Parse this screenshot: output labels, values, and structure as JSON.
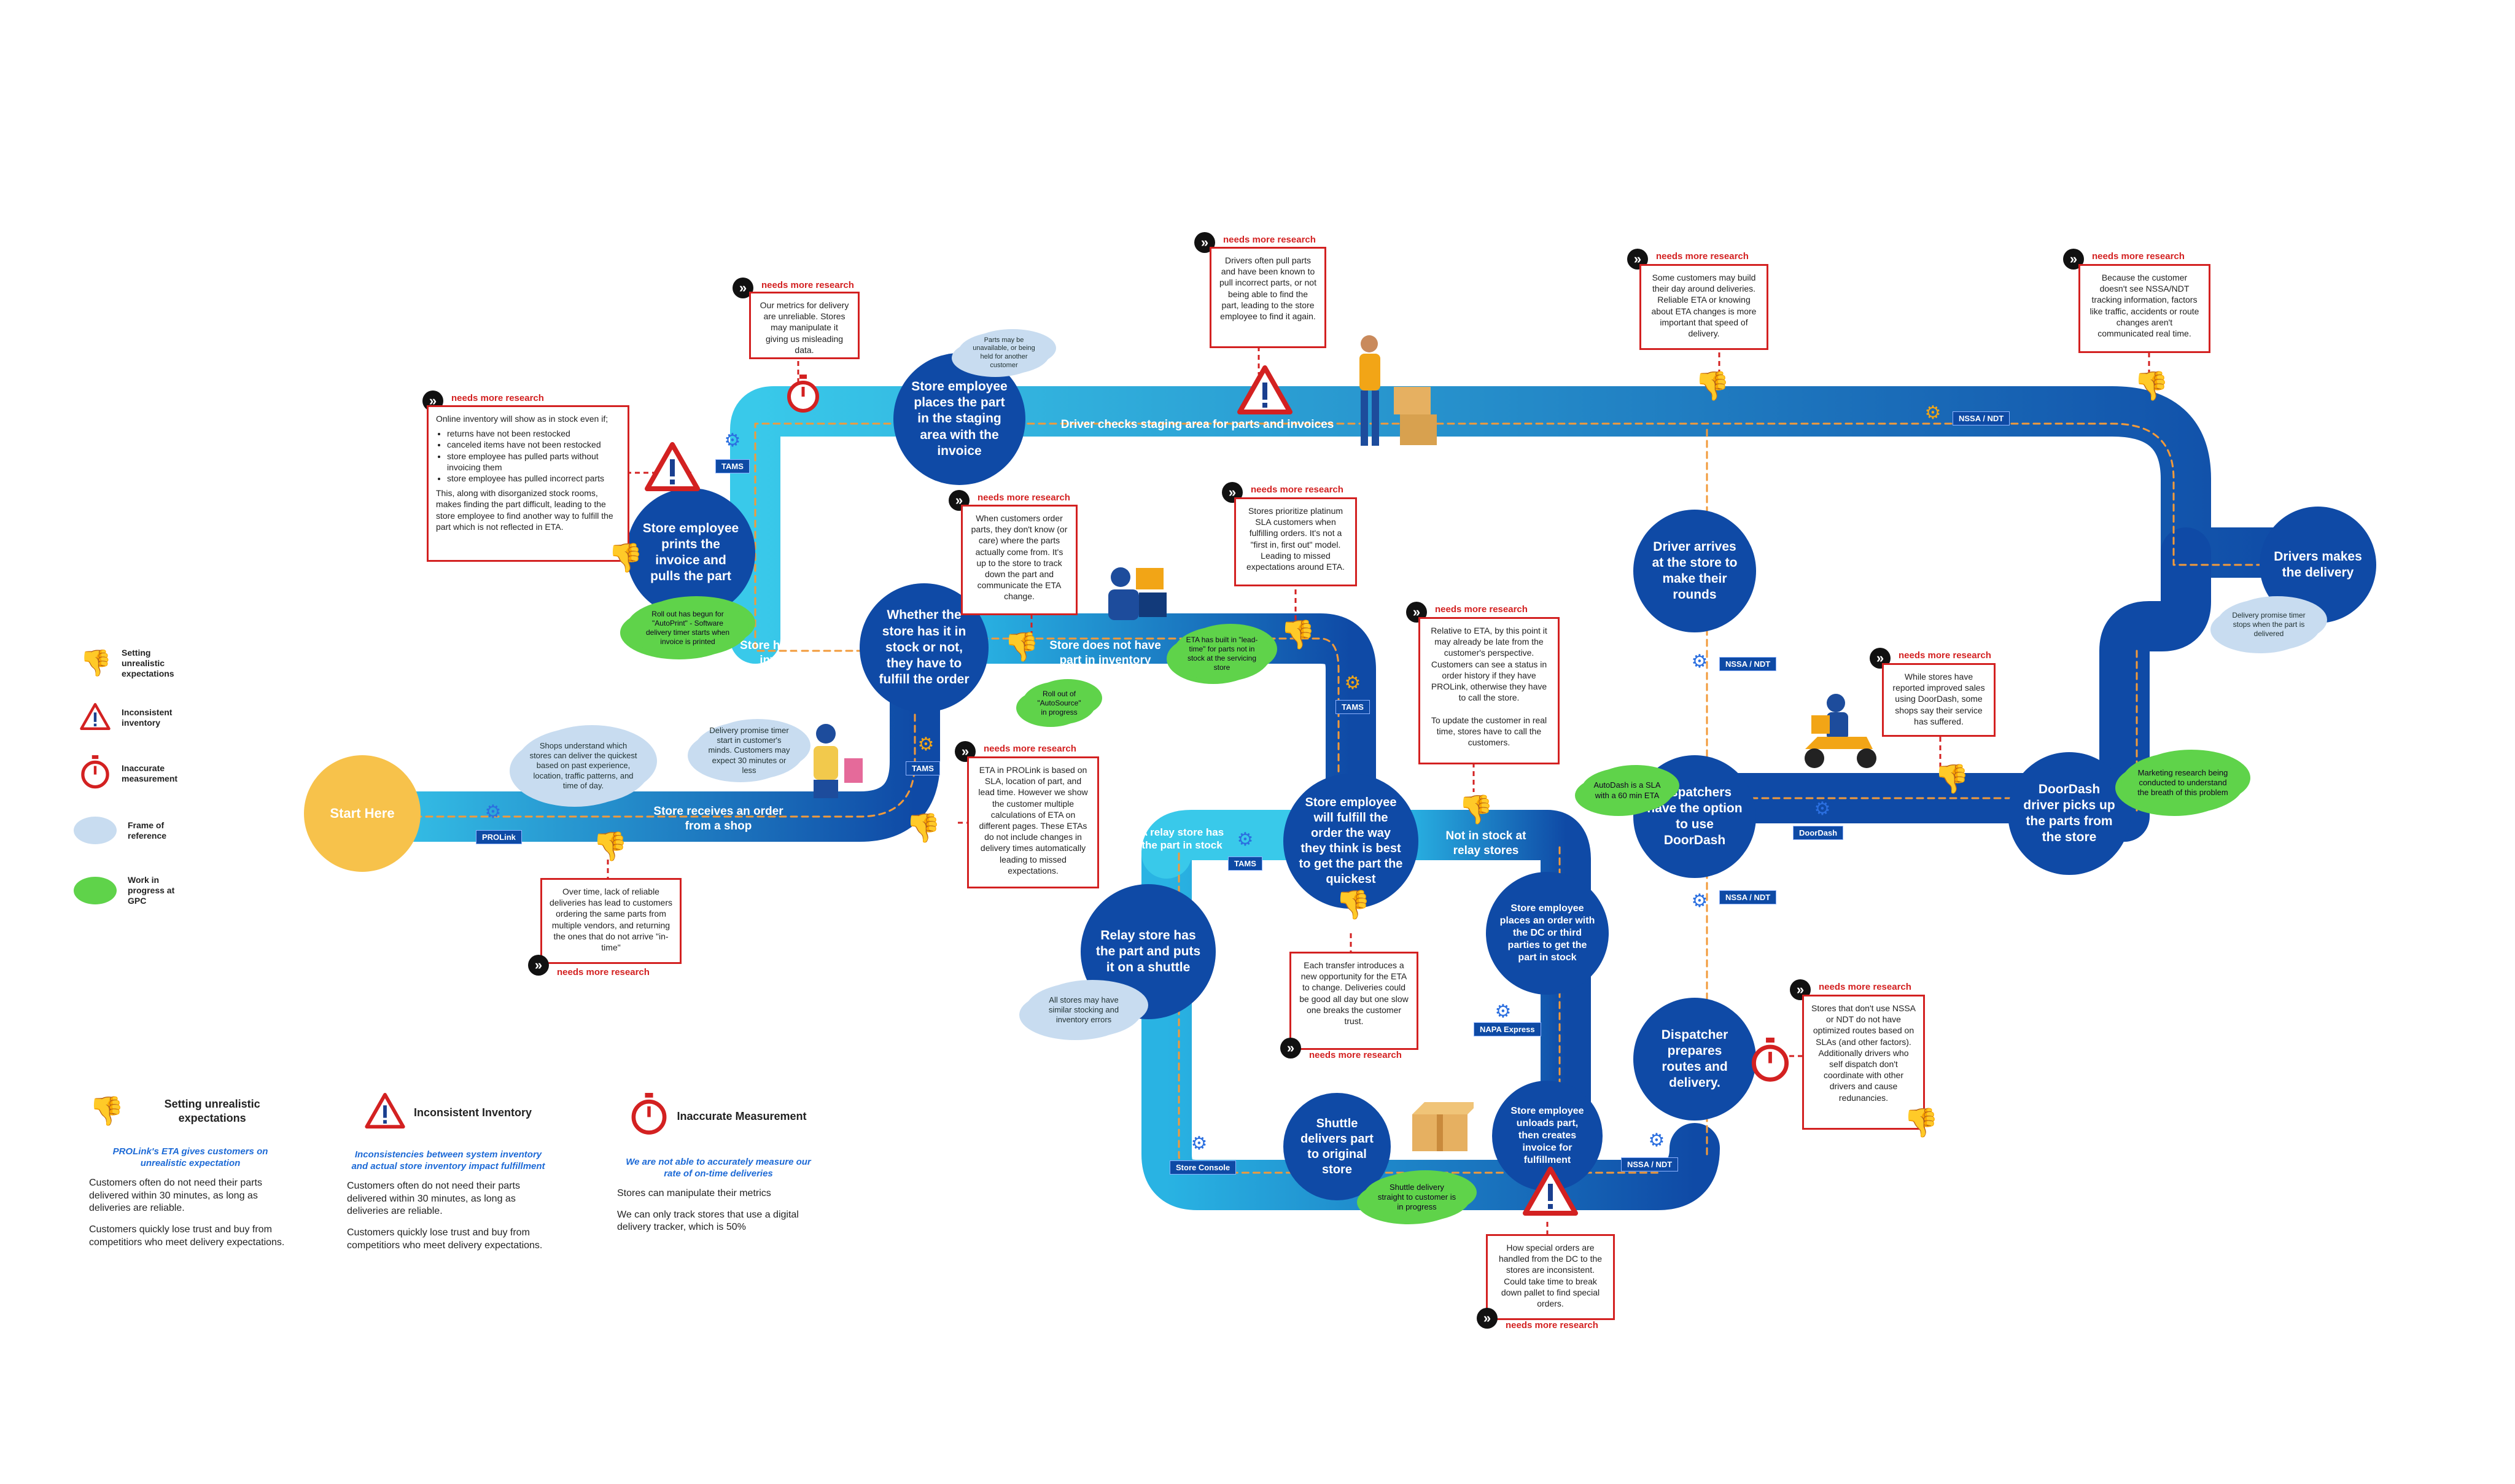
{
  "nodes": {
    "start": "Start Here",
    "store_receives": "Store receives an order from a shop",
    "whether_stock": "Whether the store has it in stock or not, they have to fulfill the order",
    "store_has_part": "Store has part in inventory",
    "prints_invoice": "Store employee prints the invoice and pulls the part",
    "staging": "Store employee places the part in the staging area with the invoice",
    "driver_checks": "Driver checks staging area for parts and invoices",
    "does_not_have": "Store does not have part in inventory",
    "fulfill_way": "Store employee will fulfill the order the way they think is best to get the part the quickest",
    "relay_has": "A relay store has the part in stock",
    "relay_puts": "Relay store has the part and puts it on a shuttle",
    "shuttle_delivers": "Shuttle delivers part to original store",
    "not_relay": "Not in stock at relay stores",
    "places_order_dc": "Store employee places an order with the DC or third parties to get the part in stock",
    "unloads": "Store employee unloads part, then creates invoice for fulfillment",
    "dispatcher_routes": "Dispatcher prepares routes and delivery.",
    "driver_arrives": "Driver arrives at the store to make their rounds",
    "dispatchers_option": "Dispatchers have the option to use DoorDash",
    "doordash_driver": "DoorDash driver picks up the parts from the store",
    "drivers_makes": "Drivers makes the delivery"
  },
  "tags": {
    "tams1": "TAMS",
    "tams2": "TAMS",
    "tams3": "TAMS",
    "tams4": "TAMS",
    "prolink": "PROLink",
    "nssa1": "NSSA / NDT",
    "nssa2": "NSSA / NDT",
    "nssa3": "NSSA / NDT",
    "nssa4": "NSSA / NDT",
    "doordash": "DoorDash",
    "napa": "NAPA Express",
    "console": "Store Console"
  },
  "nmr": "needs more research",
  "notes": {
    "online_inventory_intro": "Online inventory will show as in stock even if;",
    "online_inventory_items": [
      "returns have not been restocked",
      "canceled items have not been restocked",
      "store employee has pulled parts without invoicing them",
      "store employee has pulled incorrect parts"
    ],
    "online_inventory_outro": "This, along with disorganized stock rooms, makes finding the part difficult, leading to the store employee to find another way to fulfill the part which is not reflected in ETA.",
    "metrics": "Our metrics for delivery are unreliable. Stores may manipulate it giving us misleading data.",
    "pull_parts": "Drivers often pull parts and have been known to pull incorrect parts, or not being able to find the part, leading to the store employee to find it again.",
    "customers_dont_know": "When customers order parts, they don't know (or care) where the parts actually come from. It's up to the store to track down the part and communicate the ETA change.",
    "platinum": "Stores prioritize platinum SLA customers when fulfilling orders. It's not a \"first in, first out\" model. Leading to missed expectations around ETA.",
    "build_day": "Some customers may build their day around deliveries. Reliable ETA or knowing about ETA changes is more important that speed of delivery.",
    "nssa_tracking": "Because the customer doesn't see NSSA/NDT tracking information, factors like traffic, accidents or route changes aren't communicated real time.",
    "eta_sla": "ETA in PROLink is based on SLA, location of part, and lead time. However we show the customer multiple calculations of ETA on different pages. These ETAs do not include changes in delivery times automatically leading to missed expectations.",
    "relative_eta": "Relative to ETA, by this point it may already be late from the customer's perspective. Customers can see a status in order history if they have PROLink, otherwise they have to call the store.\n\nTo update the customer in real time, stores have to call the customers.",
    "doordash_sales": "While stores have reported improved sales using DoorDash, some shops say their service has suffered.",
    "lack_reliable": "Over time, lack of reliable deliveries has lead to customers ordering the same parts from multiple vendors, and returning the ones that do not arrive \"in-time\"",
    "transfer": "Each transfer introduces a new opportunity for the ETA to change. Deliveries could be good all day but one slow one breaks the customer trust.",
    "special_orders": "How special orders are handled from the DC to the stores are inconsistent. Could take time to break down pallet to find special orders.",
    "optimized_routes": "Stores that don't use NSSA or NDT do not have optimized routes based on SLAs (and other factors). Additionally drivers who self dispatch don't coordinate with other drivers and cause redunancies."
  },
  "clouds": {
    "unavailable": "Parts may be unavailable, or being held for another customer",
    "shops_understand": "Shops understand which stores can deliver the quickest based on past experience, location, traffic patterns, and time of day.",
    "promise_timer": "Delivery promise timer start in customer's minds. Customers may expect 30 minutes or less",
    "similar_stocking": "All stores may have similar stocking and inventory errors",
    "timer_stops": "Delivery promise timer stops when the part is delivered"
  },
  "greens": {
    "autoprint": "Roll out has begun for \"AutoPrint\" - Software delivery timer starts when invoice is printed",
    "autosource": "Roll out of \"AutoSource\" in progress",
    "lead_time": "ETA has built in \"lead-time\" for parts not in stock at the servicing store",
    "autodash": "AutoDash is a SLA with a 60 min ETA",
    "marketing": "Marketing research being conducted to understand the breath of this problem",
    "shuttle_straight": "Shuttle delivery straight to customer is in progress"
  },
  "legend": {
    "unrealistic": "Setting unrealistic expectations",
    "inconsistent": "Inconsistent inventory",
    "inaccurate": "Inaccurate measurement",
    "frame": "Frame of reference",
    "wip": "Work in progress at GPC"
  },
  "bottom": {
    "col1_title": "Setting unrealistic expectations",
    "col1_sub": "PROLink's ETA gives customers on unrealistic expectation",
    "col1_p1": "Customers often do not need their parts delivered within 30 minutes, as long as deliveries are reliable.",
    "col1_p2": "Customers quickly lose trust and buy from competitiors who meet delivery expectations.",
    "col2_title": "Inconsistent Inventory",
    "col2_sub": "Inconsistencies between system inventory and actual store inventory impact fulfillment",
    "col2_p1": "Customers often do not need their parts delivered within 30 minutes, as long as deliveries are reliable.",
    "col2_p2": "Customers quickly lose trust and buy from competitiors who meet delivery expectations.",
    "col3_title": "Inaccurate Measurement",
    "col3_sub": "We are not able to accurately measure our rate of on-time deliveries",
    "col3_p1": "Stores can manipulate their metrics",
    "col3_p2": "We can only track stores that use a digital delivery tracker, which is 50%"
  },
  "icons": {
    "thumb": "thumbs-down-icon",
    "warning": "warning-triangle-icon",
    "timer": "stopwatch-icon",
    "gear": "gear-icon",
    "chevron": "double-chevron-icon"
  },
  "colors": {
    "road_dark": "#0f4aa6",
    "road_light": "#38c6e8",
    "warning_red": "#d32121",
    "start_yellow": "#f7c24b",
    "wip_green": "#5fd34a",
    "frame_blue": "#c8dcf0"
  }
}
